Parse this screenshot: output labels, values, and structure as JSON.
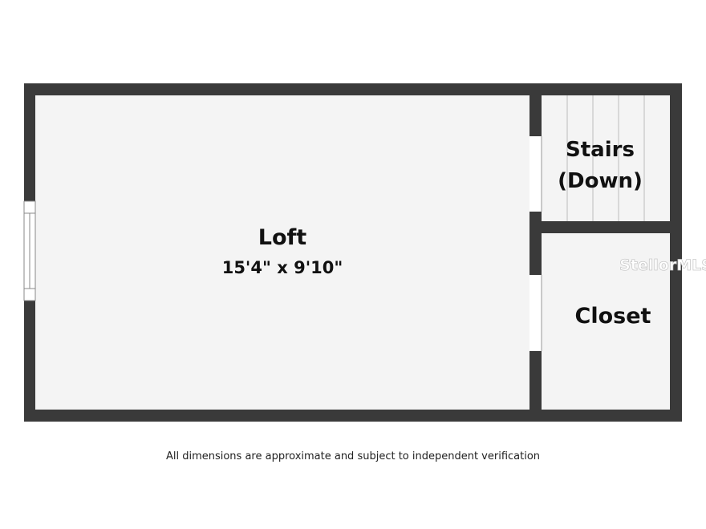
{
  "rooms": {
    "loft": {
      "name": "Loft",
      "dimensions": "15'4\" x 9'10\""
    },
    "stairs": {
      "line1": "Stairs",
      "line2": "(Down)"
    },
    "closet": {
      "name": "Closet"
    }
  },
  "disclaimer": "All dimensions are approximate and subject to independent verification",
  "watermark": "StellorMLS",
  "colors": {
    "wall": "#3a3a3a",
    "floor": "#f4f4f4",
    "stair_line": "#bdbdbd",
    "text": "#111111"
  }
}
